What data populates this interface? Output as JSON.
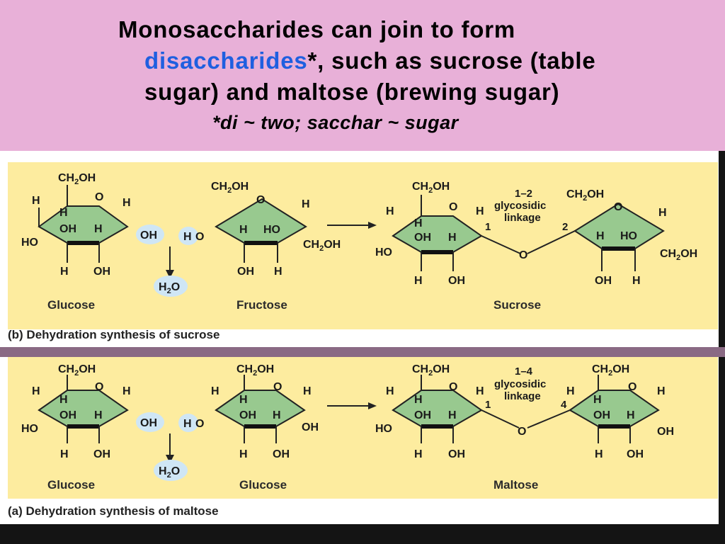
{
  "header": {
    "title_line1": "Monosaccharides can join to form",
    "title_highlight": "disaccharides",
    "title_line2_rest": "*, such as sucrose (table",
    "title_line3": "sugar) and maltose (brewing sugar)",
    "subtitle": "*di ~ two; sacchar ~ sugar",
    "colors": {
      "background": "#e8b0d8",
      "highlight": "#1f5fe0"
    }
  },
  "panel_b": {
    "caption": "(b) Dehydration synthesis of sucrose",
    "molecule1": "Glucose",
    "molecule2": "Fructose",
    "product": "Sucrose",
    "water": "H2O",
    "linkage_label": "1–2 glycosidic linkage",
    "linkage_num_left": "1",
    "linkage_num_right": "2"
  },
  "panel_a": {
    "caption": "(a) Dehydration synthesis of maltose",
    "molecule1": "Glucose",
    "molecule2": "Glucose",
    "product": "Maltose",
    "water": "H2O",
    "linkage_label": "1–4 glycosidic linkage",
    "linkage_num_left": "1",
    "linkage_num_right": "4"
  },
  "colors": {
    "ring_fill": "#98c98f",
    "panel_fill": "#fdec9f",
    "water_bubble": "#cfe6f5",
    "divider": "#8a6a84"
  }
}
